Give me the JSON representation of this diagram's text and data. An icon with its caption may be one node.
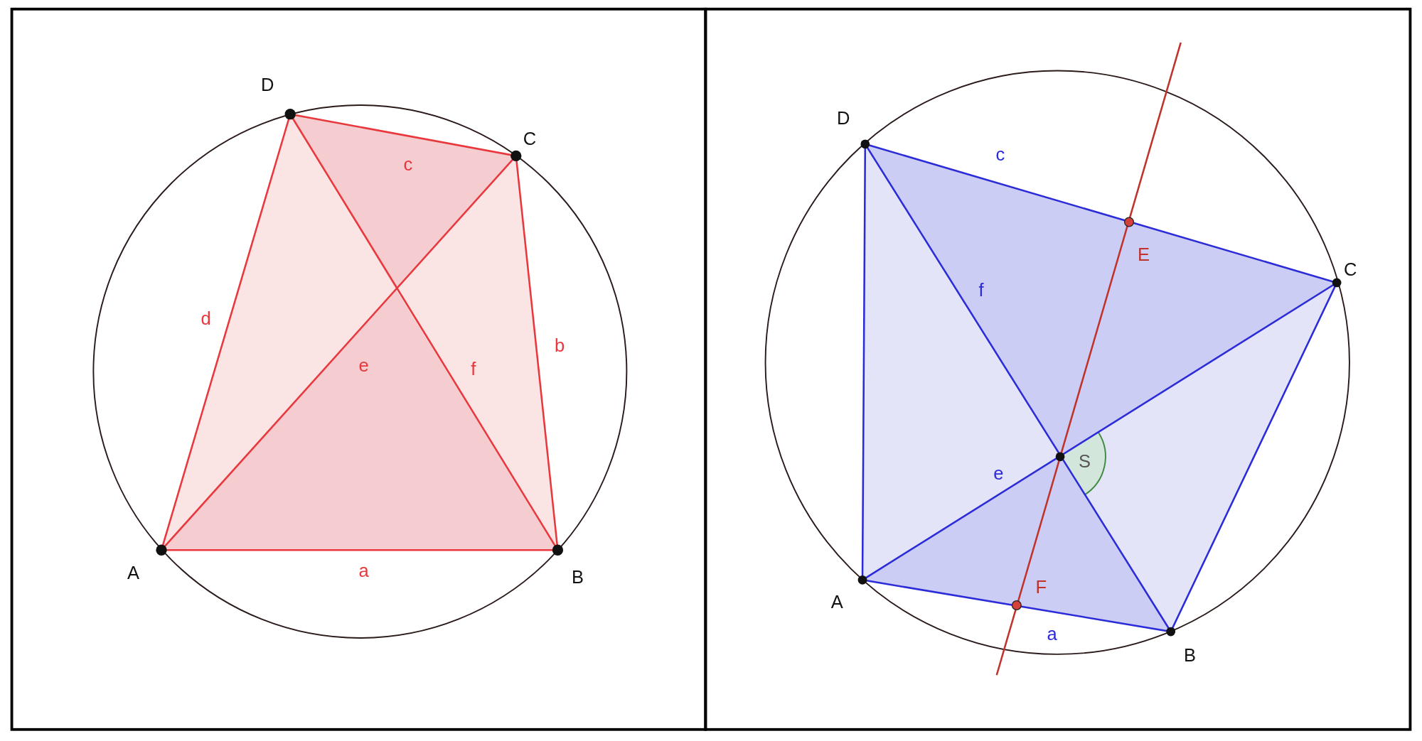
{
  "diagram": {
    "labels": [
      "D",
      "C",
      "c",
      "d",
      "b",
      "e",
      "f",
      "A",
      "a",
      "B",
      "D",
      "c",
      "C",
      "E",
      "f",
      "S",
      "e",
      "A",
      "F",
      "a",
      "B"
    ]
  }
}
